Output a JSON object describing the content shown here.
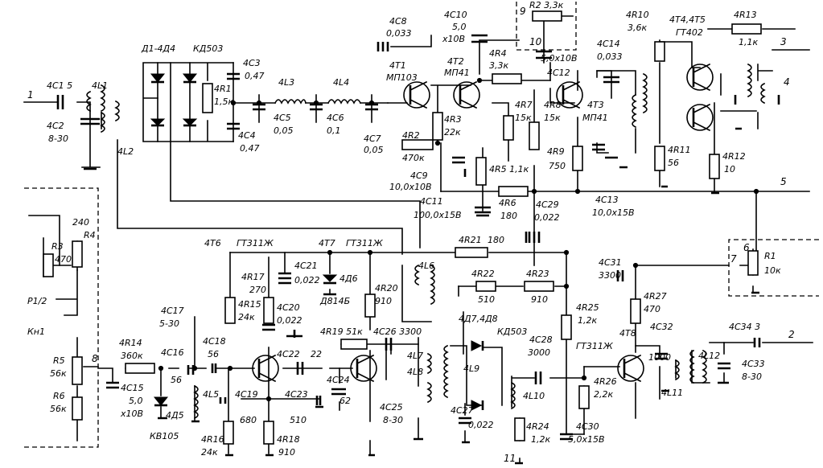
{
  "labels": {
    "c1": "4C1 5",
    "l1": "4L1",
    "c2": "4C2",
    "c2v": "8-30",
    "l2": "4L2",
    "diodes": "Д1-4Д4",
    "diodes_type": "КД503",
    "r1": "4R1",
    "r1v": "1,5к",
    "c3": "4C3",
    "c3v": "0,47",
    "c4": "4C4",
    "c4v": "0,47",
    "l3": "4L3",
    "l4": "4L4",
    "c5": "4C5",
    "c5v": "0,05",
    "c6": "4C6",
    "c6v": "0,1",
    "c7": "4C7",
    "c7v": "0,05",
    "c8": "4C8",
    "c8v": "0,033",
    "t1": "4T1",
    "t1t": "МП103",
    "c10": "4C10",
    "c10v": "5,0",
    "c10v2": "x10В",
    "t2": "4T2",
    "t2t": "МП41",
    "r2": "R2 3,3к",
    "r4": "4R4",
    "r4v": "3,3к",
    "r3": "4R3",
    "r3v": "22к",
    "r2b": "4R2",
    "r2bv": "470к",
    "c9": "4C9",
    "c9v": "10,0x10В",
    "r5": "4R5 1,1к",
    "c11": "4C11",
    "c11v": "100,0x15В",
    "r6": "4R6",
    "r6v": "180",
    "c12v": "5,0x10В",
    "c12": "4C12",
    "r7": "4R7",
    "r7v": "15к",
    "r8": "4R8",
    "r8v": "15к",
    "t3": "4T3",
    "t3t": "МП41",
    "r9": "4R9",
    "r9v": "750",
    "c14": "4C14",
    "c14v": "0,033",
    "r10": "4R10",
    "r10v": "3,6к",
    "t45": "4T4,4T5",
    "t45t": "ГТ402",
    "r13": "4R13",
    "r13v": "1,1к",
    "r11": "4R11",
    "r11v": "56",
    "r12": "4R12",
    "r12v": "10",
    "c13": "4C13",
    "c13v": "10,0x15В",
    "c29": "4C29",
    "c29v": "0,022",
    "r21": "4R21",
    "r21v": "180",
    "t6": "4T6",
    "t6t": "ГТ311Ж",
    "t7": "4T7",
    "t7t": "ГТ311Ж",
    "c21": "4C21",
    "c21v": "0,022",
    "d6": "4Д6",
    "d6t": "Д814Б",
    "r17": "4R17",
    "r17v": "270",
    "r15": "4R15",
    "r15v": "24к",
    "c20": "4C20",
    "c20v": "0,022",
    "r20": "4R20",
    "r20v": "910",
    "l6": "4L6",
    "c17": "4C17",
    "c17v": "5-30",
    "c18": "4C18",
    "c18v": "56",
    "r19": "4R19 51к",
    "c26": "4C26 3300",
    "l7": "4L7",
    "l8": "4L8",
    "r14": "4R14",
    "r14v": "360к",
    "c16": "4C16",
    "c16v": "56",
    "c15": "4C15",
    "c15v": "5,0",
    "c15v2": "x10В",
    "d5": "4Д5",
    "d5t": "КВ105",
    "l5": "4L5",
    "c19": "4C19",
    "c19v": "680",
    "c22": "4C22",
    "c22v": "22",
    "c23": "4C23",
    "c23v": "510",
    "c24": "4C24",
    "c24v": "62",
    "c25": "4C25",
    "c25v": "8-30",
    "r16": "4R16",
    "r16v": "24к",
    "r18": "4R18",
    "r18v": "910",
    "r22": "4R22",
    "r22v": "510",
    "r23": "4R23",
    "r23v": "910",
    "d78": "4Д7,4Д8",
    "d78t": "КД503",
    "l9": "4L9",
    "c28": "4C28",
    "c28v": "3000",
    "c27": "4C27",
    "c27v": "0,022",
    "l10": "4L10",
    "r24": "4R24",
    "r24v": "1,2к",
    "r25": "4R25",
    "r25v": "1,2к",
    "t8t": "ГТ311Ж",
    "t8": "4T8",
    "c31": "4C31",
    "c31v": "3300",
    "r27": "4R27",
    "r27v": "470",
    "c32": "4C32",
    "c32v": "1000",
    "r26": "4R26",
    "r26v": "2,2к",
    "c30": "4C30",
    "c30v": "5,0x15В",
    "l11": "4L11",
    "l12": "4L12",
    "c34": "4C34 3",
    "c33": "4C33",
    "c33v": "8-30",
    "r1ext": "R1",
    "r1extv": "10к",
    "n240": "240",
    "r3e": "R3",
    "r3ev": "470",
    "r4e": "R4",
    "p12": "P1/2",
    "kn1": "Кн1",
    "r5e": "R5",
    "r5ev": "56к",
    "r6e": "R6",
    "r6ev": "56к"
  },
  "pins": {
    "p1": "1",
    "p2": "2",
    "p3": "3",
    "p4": "4",
    "p5": "5",
    "p6": "6",
    "p7": "7",
    "p8": "8",
    "p9": "9",
    "p10": "10",
    "p11": "11"
  }
}
